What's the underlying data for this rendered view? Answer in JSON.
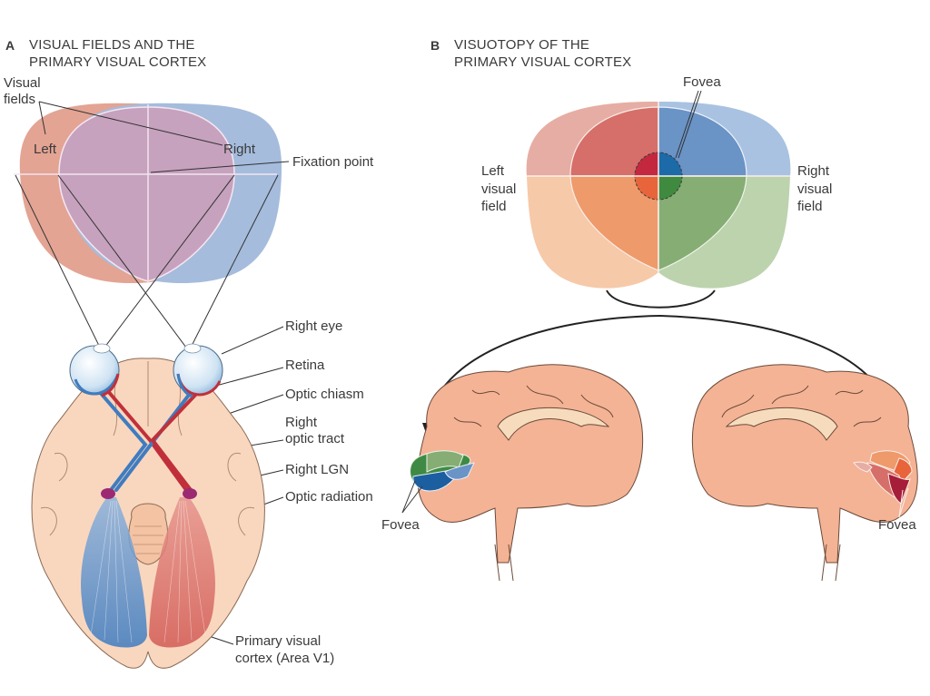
{
  "panel_a": {
    "letter": "A",
    "title_line1": "VISUAL FIELDS AND THE",
    "title_line2": "PRIMARY VISUAL CORTEX",
    "labels": {
      "visual_fields_1": "Visual",
      "visual_fields_2": "fields",
      "left": "Left",
      "right": "Right",
      "fixation_point": "Fixation point",
      "right_eye": "Right eye",
      "retina": "Retina",
      "optic_chiasm": "Optic chiasm",
      "right_optic_tract_1": "Right",
      "right_optic_tract_2": "optic tract",
      "right_lgn": "Right LGN",
      "optic_radiation": "Optic radiation",
      "primary_visual_cortex_1": "Primary visual",
      "primary_visual_cortex_2": "cortex (Area V1)"
    }
  },
  "panel_b": {
    "letter": "B",
    "title_line1": "VISUOTOPY OF THE",
    "title_line2": "PRIMARY VISUAL CORTEX",
    "labels": {
      "fovea_top": "Fovea",
      "left_visual_field_1": "Left",
      "left_visual_field_2": "visual",
      "left_visual_field_3": "field",
      "right_visual_field_1": "Right",
      "right_visual_field_2": "visual",
      "right_visual_field_3": "field",
      "fovea_left_brain": "Fovea",
      "fovea_right_brain": "Fovea"
    }
  },
  "colors": {
    "left_field": "#e3a494",
    "right_field": "#a5bcdc",
    "overlap": "#c6a2be",
    "upper_left_outer": "#e6ada4",
    "upper_left_inner": "#d66f69",
    "upper_right_outer": "#a9c2e2",
    "upper_right_inner": "#6a93c6",
    "lower_left_outer": "#f6c9a9",
    "lower_left_inner": "#ee9a6b",
    "lower_right_outer": "#bcd3ae",
    "lower_right_inner": "#86ad73",
    "fovea_ul": "#c3283e",
    "fovea_ur": "#1c6aa8",
    "fovea_ll": "#e8643b",
    "fovea_lr": "#3f8a3e",
    "brain_tissue": "#f4b395",
    "brain_pale": "#f9d7bf",
    "corpus_callosum": "#f6dcbd",
    "lgn": "#9b2a73",
    "blue_fiber": "#3f7cc0",
    "red_fiber": "#c0303a",
    "outline": "#6b4a3a"
  }
}
